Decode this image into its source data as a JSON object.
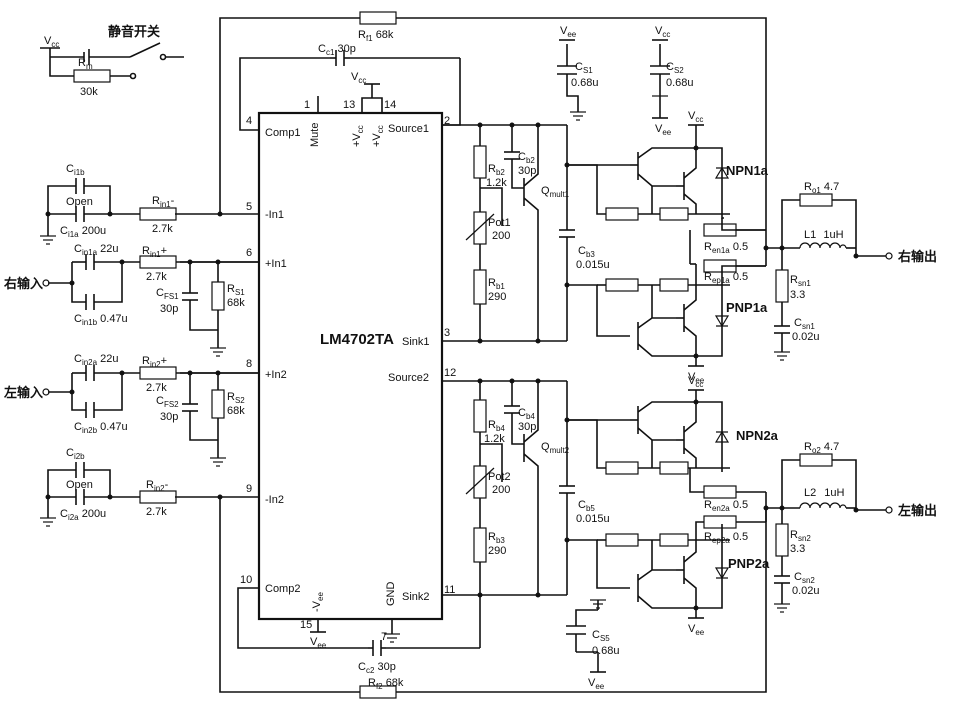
{
  "ic": {
    "name": "LM4702TA",
    "pins": {
      "comp1": "Comp1",
      "mute": "Mute",
      "vcc13": "+V",
      "vcc14": "+V",
      "vcc_sub": "cc",
      "source1": "Source1",
      "in1n": "-In1",
      "in1p": "+In1",
      "sink1": "Sink1",
      "in2p": "+In2",
      "source2": "Source2",
      "in2n": "-In2",
      "comp2": "Comp2",
      "vee": "-V",
      "vee_sub": "ee",
      "gnd": "GND",
      "sink2": "Sink2"
    },
    "pin_numbers": {
      "p1": "1",
      "p2": "2",
      "p3": "3",
      "p4": "4",
      "p5": "5",
      "p6": "6",
      "p7": "7",
      "p8": "8",
      "p9": "9",
      "p10": "10",
      "p11": "11",
      "p12": "12",
      "p13": "13",
      "p14": "14",
      "p15": "15"
    }
  },
  "supply": {
    "vcc": "V",
    "vcc_sub": "cc",
    "vee": "V",
    "vee_sub": "ee"
  },
  "mute": {
    "switch_label": "静音开关",
    "resistor": "R",
    "resistor_sub": "m",
    "value": "30k"
  },
  "feedback": {
    "rf1": "R",
    "rf1_sub": "f1",
    "rf1_val": "68k",
    "rf2": "R",
    "rf2_sub": "f2",
    "rf2_val": "68k",
    "cc1": "C",
    "cc1_sub": "c1",
    "cc1_val": "30p",
    "cc2": "C",
    "cc2_sub": "c2",
    "cc2_val": "30p"
  },
  "decoupling": {
    "cs1": "C",
    "cs1_sub": "S1",
    "cs1_val": "0.68u",
    "cs2": "C",
    "cs2_sub": "S2",
    "cs2_val": "0.68u",
    "cs5": "C",
    "cs5_sub": "S5",
    "cs5_val": "0.68u"
  },
  "channel1": {
    "ci1b": "C",
    "ci1b_sub": "i1b",
    "open": "Open",
    "ci1a": "C",
    "ci1a_sub": "i1a",
    "ci1a_val": "200u",
    "rin1m": "R",
    "rin1m_sub": "in1",
    "rin1m_sign": "-",
    "rin1m_val": "2.7k",
    "cin1a": "C",
    "cin1a_sub": "in1a",
    "cin1a_val": "22u",
    "cin1b": "C",
    "cin1b_sub": "in1b",
    "cin1b_val": "0.47u",
    "rin1p": "R",
    "rin1p_sub": "in1",
    "rin1p_sign": "+",
    "rin1p_val": "2.7k",
    "cfs1": "C",
    "cfs1_sub": "FS1",
    "cfs1_val": "30p",
    "rs1": "R",
    "rs1_sub": "S1",
    "rs1_val": "68k",
    "input_label": "右输入",
    "rb2": "R",
    "rb2_sub": "b2",
    "rb2_val": "1.2k",
    "cb2": "C",
    "cb2_sub": "b2",
    "cb2_val": "30p",
    "qmult": "Q",
    "qmult_sub": "mult1",
    "pot": "Pot1",
    "pot_val": "200",
    "rb1": "R",
    "rb1_sub": "b1",
    "rb1_val": "290",
    "cb3": "C",
    "cb3_sub": "b3",
    "cb3_val": "0.015u",
    "npn": "NPN1a",
    "pnp": "PNP1a",
    "ren": "R",
    "ren_sub": "en1a",
    "ren_val": "0.5",
    "rep": "R",
    "rep_sub": "ep1a",
    "rep_val": "0.5",
    "ro": "R",
    "ro_sub": "o1",
    "ro_val": "4.7",
    "l": "L1",
    "l_val": "1uH",
    "rsn": "R",
    "rsn_sub": "sn1",
    "rsn_val": "3.3",
    "csn": "C",
    "csn_sub": "sn1",
    "csn_val": "0.02u",
    "output_label": "右输出"
  },
  "channel2": {
    "ci2b": "C",
    "ci2b_sub": "i2b",
    "open": "Open",
    "ci2a": "C",
    "ci2a_sub": "i2a",
    "ci2a_val": "200u",
    "rin2m": "R",
    "rin2m_sub": "in2",
    "rin2m_sign": "-",
    "rin2m_val": "2.7k",
    "cin2a": "C",
    "cin2a_sub": "in2a",
    "cin2a_val": "22u",
    "cin2b": "C",
    "cin2b_sub": "in2b",
    "cin2b_val": "0.47u",
    "rin2p": "R",
    "rin2p_sub": "in2",
    "rin2p_sign": "+",
    "rin2p_val": "2.7k",
    "cfs2": "C",
    "cfs2_sub": "FS2",
    "cfs2_val": "30p",
    "rs2": "R",
    "rs2_sub": "S2",
    "rs2_val": "68k",
    "input_label": "左输入",
    "rb4": "R",
    "rb4_sub": "b4",
    "rb4_val": "1.2k",
    "cb4": "C",
    "cb4_sub": "b4",
    "cb4_val": "30p",
    "qmult": "Q",
    "qmult_sub": "mult2",
    "pot": "Pot2",
    "pot_val": "200",
    "rb3": "R",
    "rb3_sub": "b3",
    "rb3_val": "290",
    "cb5": "C",
    "cb5_sub": "b5",
    "cb5_val": "0.015u",
    "npn": "NPN2a",
    "pnp": "PNP2a",
    "ren": "R",
    "ren_sub": "en2a",
    "ren_val": "0.5",
    "rep": "R",
    "rep_sub": "ep2a",
    "rep_val": "0.5",
    "ro": "R",
    "ro_sub": "o2",
    "ro_val": "4.7",
    "l": "L2",
    "l_val": "1uH",
    "rsn": "R",
    "rsn_sub": "sn2",
    "rsn_val": "3.3",
    "csn": "C",
    "csn_sub": "sn2",
    "csn_val": "0.02u",
    "output_label": "左输出"
  }
}
